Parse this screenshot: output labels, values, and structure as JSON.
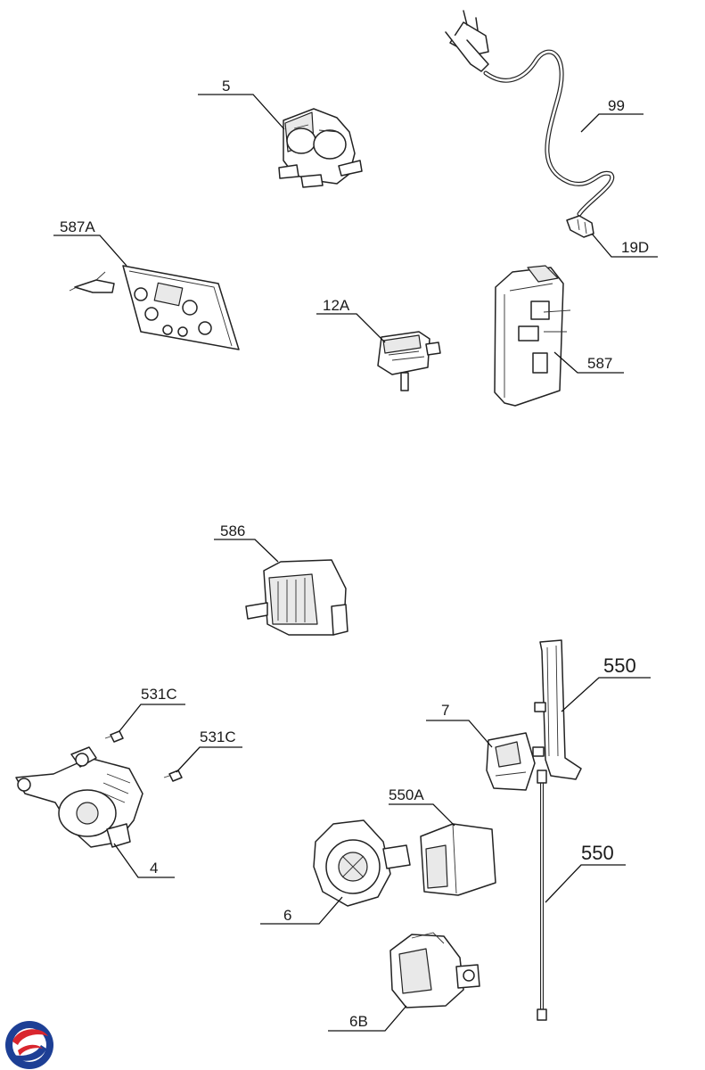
{
  "labels": {
    "p5": "5",
    "p99": "99",
    "p19d": "19D",
    "p587a": "587A",
    "p12a": "12A",
    "p587": "587",
    "p586": "586",
    "p550_top": "550",
    "p531c_a": "531C",
    "p531c_b": "531C",
    "p7": "7",
    "p550a": "550A",
    "p550_bottom": "550",
    "p4": "4",
    "p6": "6",
    "p6b": "6B"
  },
  "logo": {
    "colors": [
      "#1d3f95",
      "#d9262e"
    ]
  }
}
